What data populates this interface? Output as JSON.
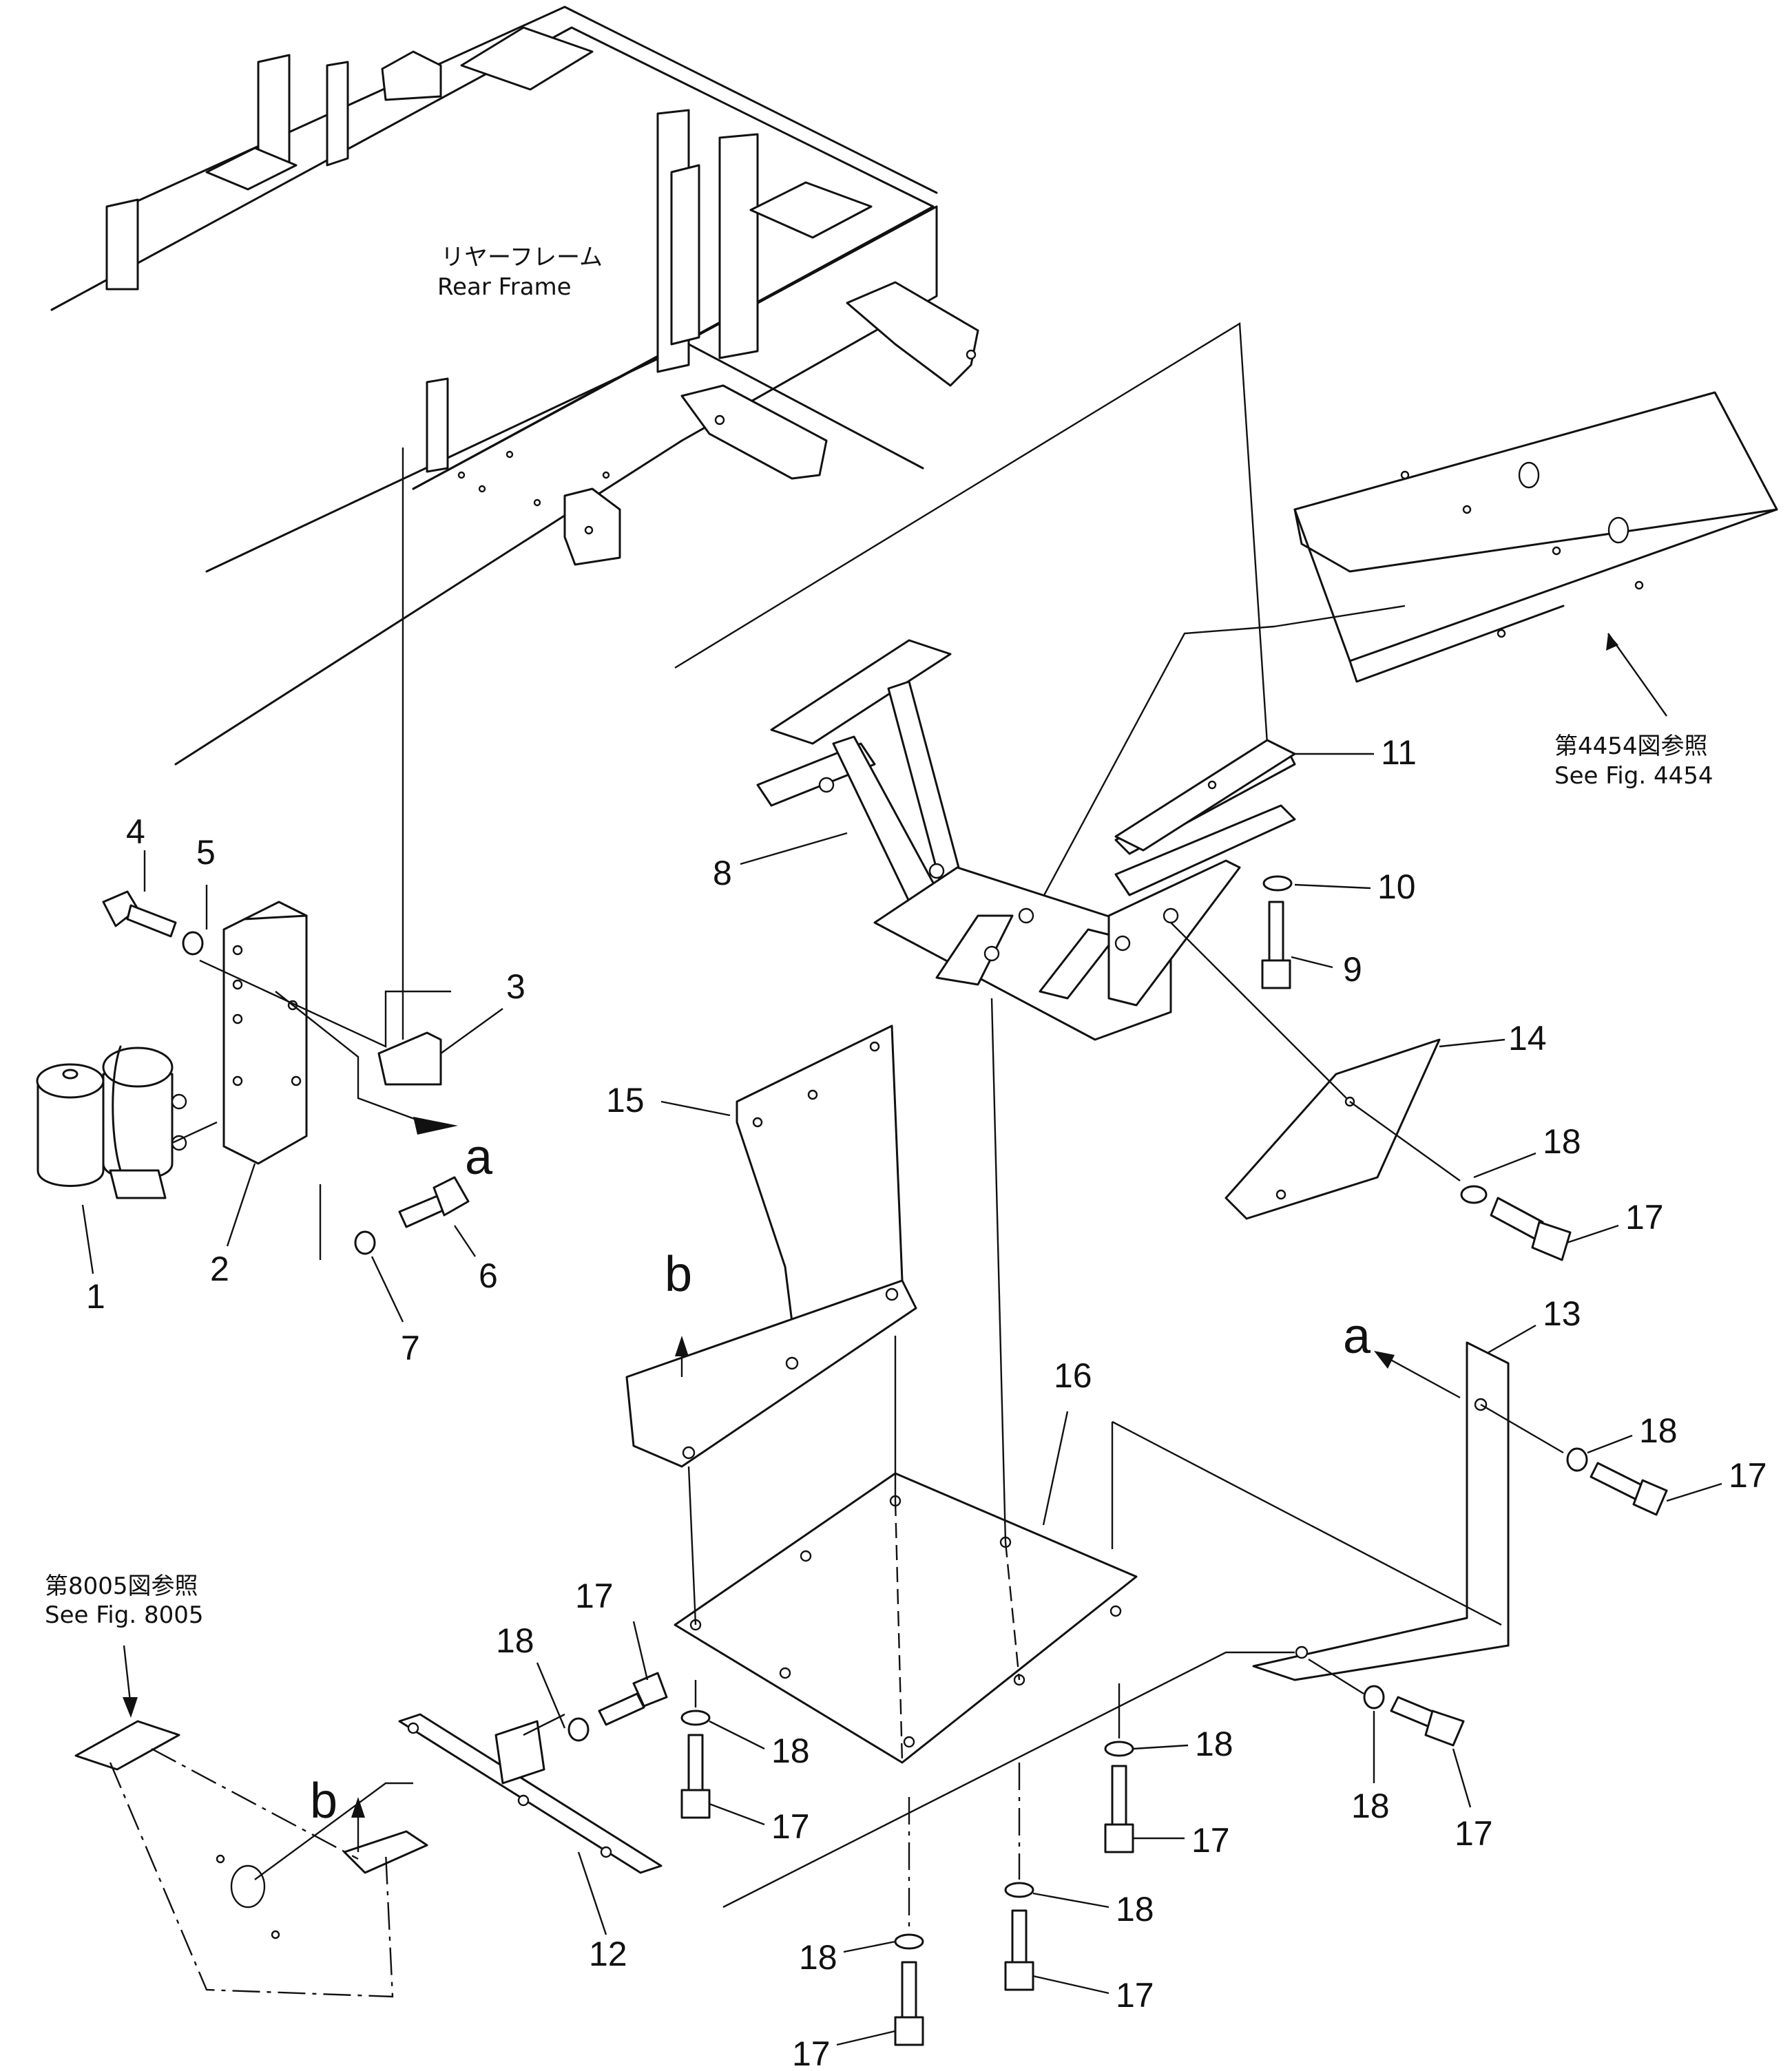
{
  "labels": {
    "rear_frame_jp": "リヤーフレーム",
    "rear_frame_en": "Rear Frame",
    "ref_4454_jp": "第4454図参照",
    "ref_4454_en": "See Fig. 4454",
    "ref_8005_jp": "第8005図参照",
    "ref_8005_en": "See Fig. 8005"
  },
  "view_letters": {
    "a": "a",
    "b": "b"
  },
  "callouts": {
    "p1": "1",
    "p2": "2",
    "p3": "3",
    "p4": "4",
    "p5": "5",
    "p6": "6",
    "p7": "7",
    "p8": "8",
    "p9": "9",
    "p10": "10",
    "p11": "11",
    "p12": "12",
    "p13": "13",
    "p14": "14",
    "p15": "15",
    "p16": "16",
    "p17": "17",
    "p18": "18"
  }
}
